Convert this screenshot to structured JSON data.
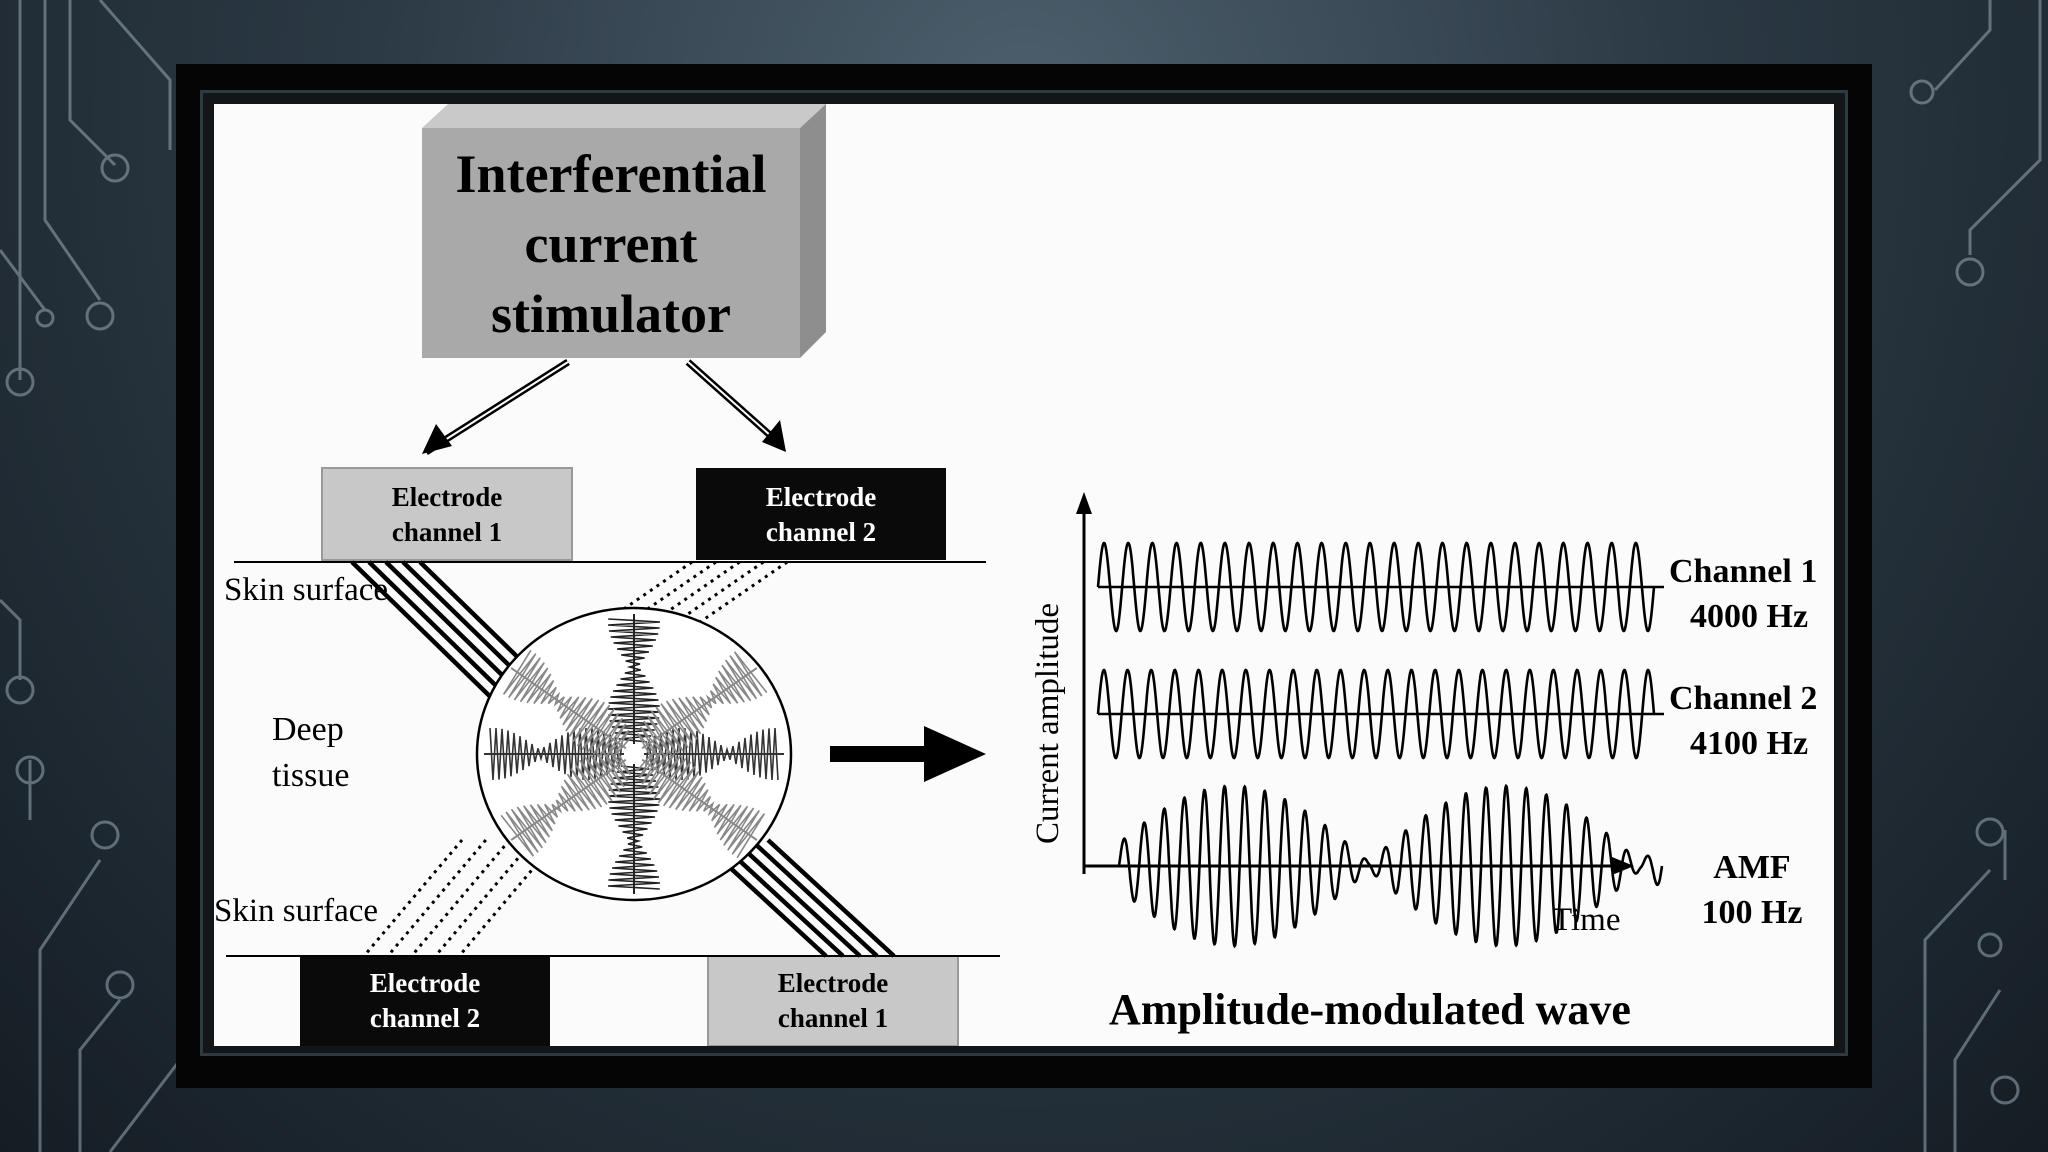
{
  "stimulator": {
    "line1": "Interferential",
    "line2": "current",
    "line3": "stimulator"
  },
  "electrodes": {
    "top_left": {
      "line1": "Electrode",
      "line2": "channel 1",
      "color": "#c8c8c8"
    },
    "top_right": {
      "line1": "Electrode",
      "line2": "channel 2",
      "color": "#0a0a0a"
    },
    "bottom_left": {
      "line1": "Electrode",
      "line2": "channel 2",
      "color": "#0a0a0a"
    },
    "bottom_right": {
      "line1": "Electrode",
      "line2": "channel 1",
      "color": "#c8c8c8"
    }
  },
  "labels": {
    "skin_surface_top": "Skin surface",
    "skin_surface_bottom": "Skin surface",
    "deep_line1": "Deep",
    "deep_line2": "tissue",
    "y_axis": "Current amplitude",
    "x_axis": "Time",
    "caption": "Amplitude-modulated wave"
  },
  "waves": {
    "channel1": {
      "name": "Channel 1",
      "freq": "4000 Hz"
    },
    "channel2": {
      "name": "Channel 2",
      "freq": "4100 Hz"
    },
    "amf": {
      "name": "AMF",
      "freq": "100 Hz"
    }
  },
  "colors": {
    "stimulator_box": "#a9a9a9",
    "background": "#2c3a45"
  }
}
